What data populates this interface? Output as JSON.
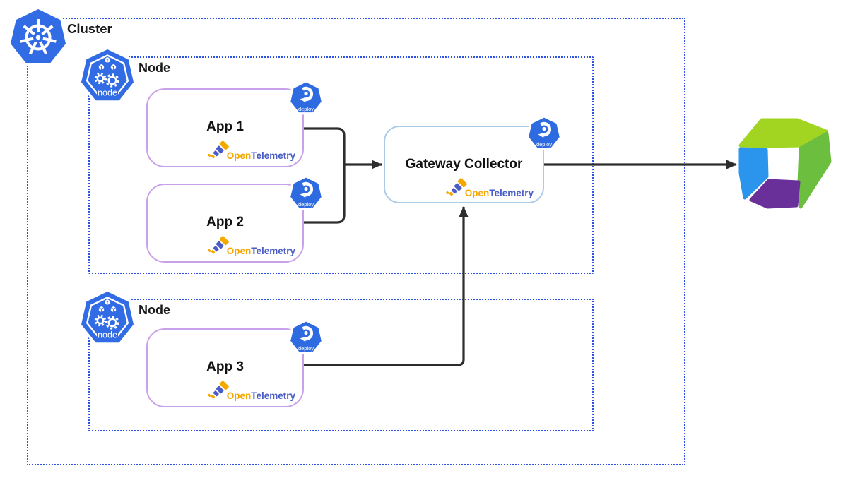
{
  "cluster": {
    "label": "Cluster"
  },
  "nodes": {
    "node1": {
      "label": "Node"
    },
    "node2": {
      "label": "Node"
    }
  },
  "apps": {
    "app1": {
      "label": "App 1"
    },
    "app2": {
      "label": "App 2"
    },
    "app3": {
      "label": "App 3"
    }
  },
  "gateway": {
    "label": "Gateway Collector"
  },
  "otel": {
    "open": "Open",
    "telemetry": "Telemetry"
  },
  "badges": {
    "node": "node",
    "deploy": "deploy"
  },
  "icons": {
    "cluster": "kubernetes-cluster-icon",
    "node": "kubernetes-node-icon",
    "deploy": "kubernetes-deploy-icon",
    "otel": "opentelemetry-telescope-icon",
    "backend": "observability-backend-cube-icon"
  },
  "colors": {
    "k8s_blue": "#326CE5",
    "dotted_border_blue": "#2E53E2",
    "app_border_purple": "#C9A1EA",
    "gateway_border_blue": "#ACCBE9",
    "arrow_dark": "#2D2D2D",
    "otel_orange": "#F5A800",
    "otel_blue": "#4A5CC5",
    "cube_lime": "#A2D522",
    "cube_green": "#6CBE3F",
    "cube_blue": "#2B94EC",
    "cube_purple": "#6A3099"
  }
}
